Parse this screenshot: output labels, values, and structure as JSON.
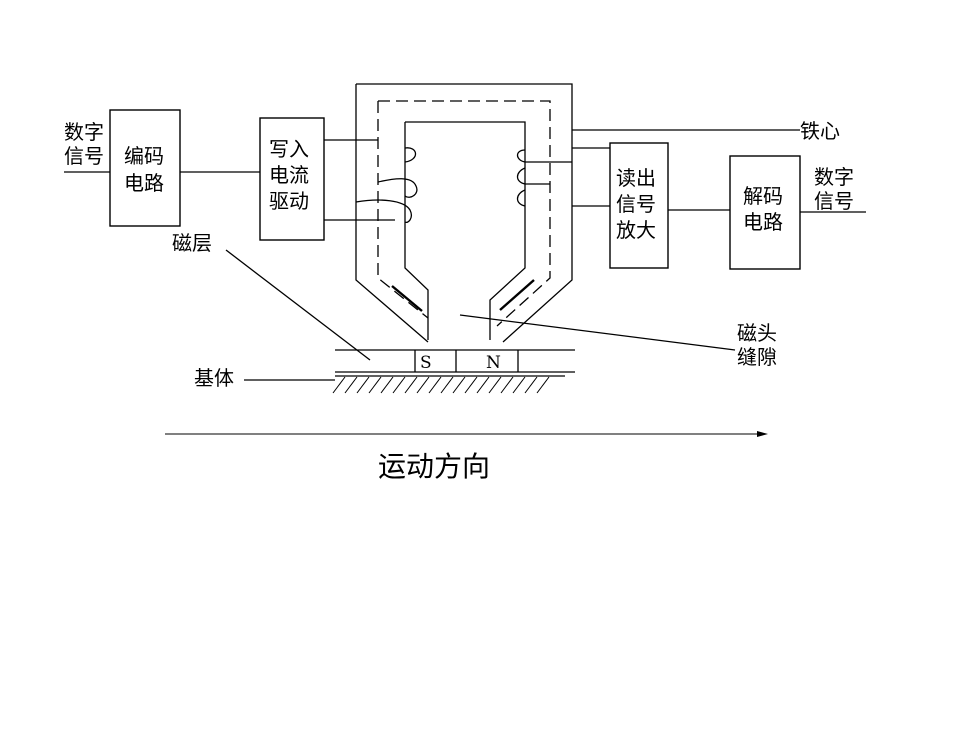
{
  "labels": {
    "digital_signal_in": [
      "数字",
      "信号"
    ],
    "encoder": [
      "编码",
      "电路"
    ],
    "write_driver": [
      "写入",
      "电流",
      "驱动"
    ],
    "iron_core": "铁心",
    "read_amp": [
      "读出",
      "信号",
      "放大"
    ],
    "decoder": [
      "解码",
      "电路"
    ],
    "digital_signal_out": [
      "数字",
      "信号"
    ],
    "magnetic_layer": "磁层",
    "substrate": "基体",
    "head_gap": [
      "磁头",
      "缝隙"
    ],
    "south": "S",
    "north": "N",
    "direction": "运动方向"
  }
}
